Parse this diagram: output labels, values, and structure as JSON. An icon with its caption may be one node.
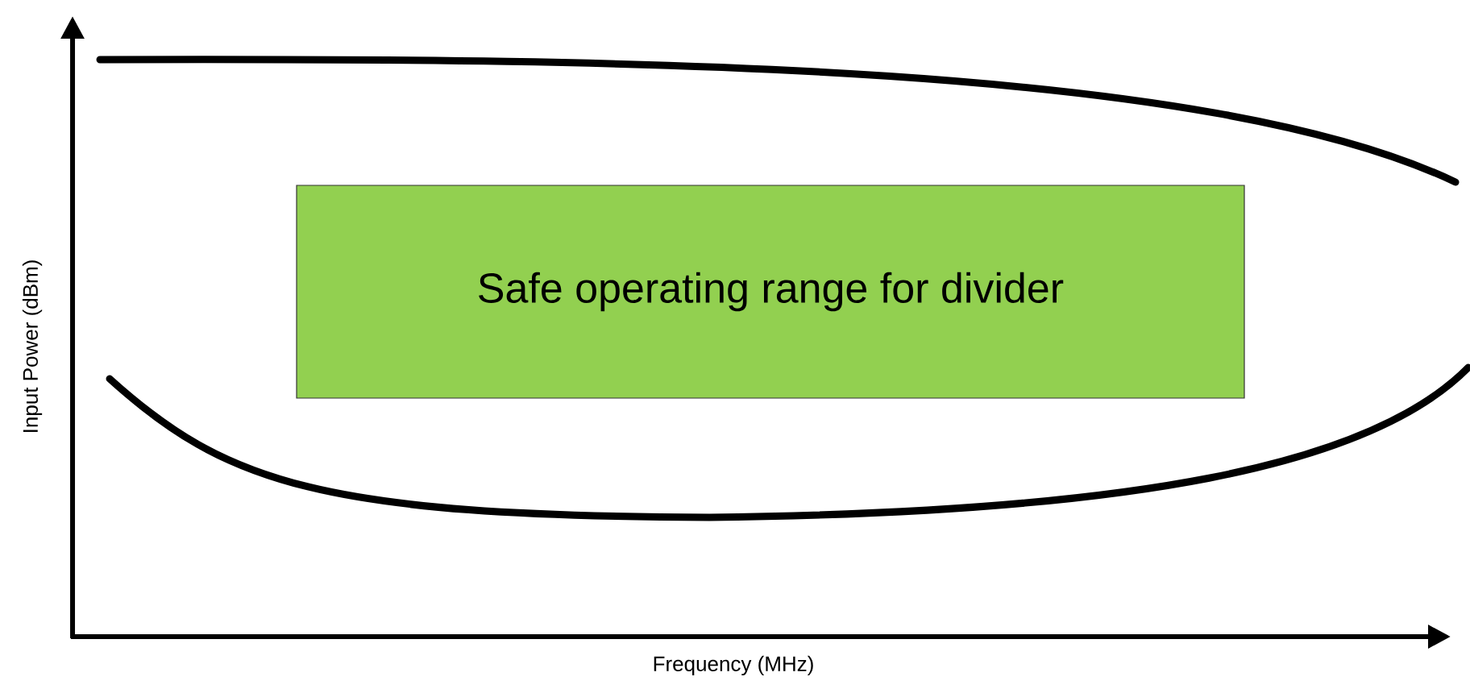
{
  "diagram": {
    "nodes": [
      {
        "text": [
          "Safe operating range for divider"
        ]
      }
    ],
    "labels": [
      "Input Power (dBm)",
      "Frequency (MHz)"
    ]
  }
}
